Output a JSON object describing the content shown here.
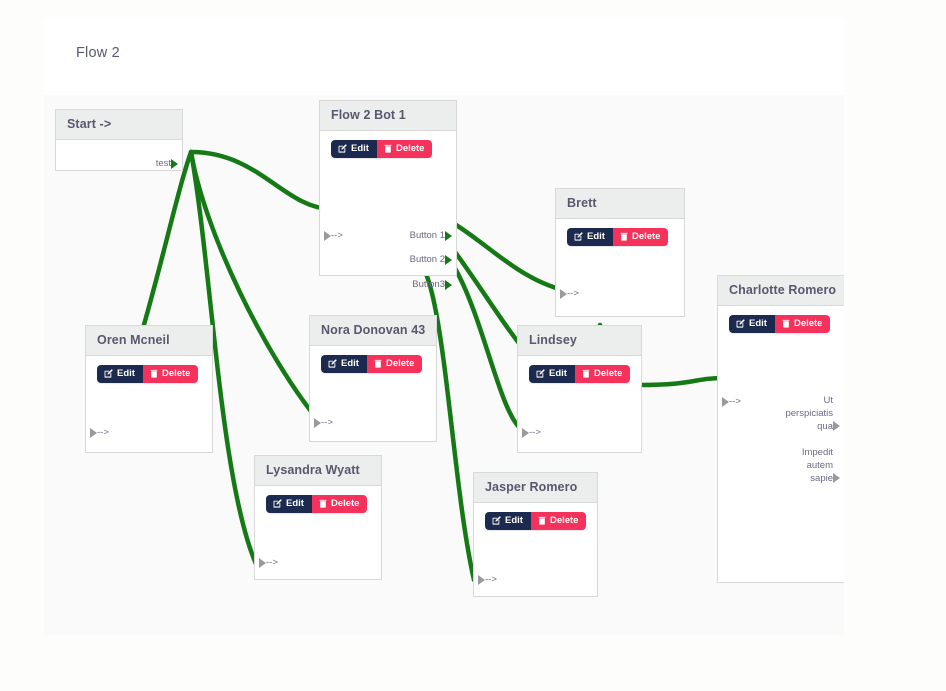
{
  "page": {
    "title": "Flow 2",
    "accent_green": "#157a15",
    "edit_color": "#1b2a4e",
    "delete_color": "#f5325b",
    "node_header_bg": "#eceded",
    "canvas_bg": "#fafafa"
  },
  "buttons": {
    "edit_label": "Edit",
    "delete_label": "Delete",
    "edit_icon": "pencil-square-icon",
    "delete_icon": "trash-icon"
  },
  "nodes": {
    "start": {
      "title": "Start ->",
      "output": "test"
    },
    "bot1": {
      "title": "Flow 2 Bot 1",
      "input": "-->",
      "outputs": [
        "Button 1",
        "Button 2",
        "Button3"
      ]
    },
    "oren": {
      "title": "Oren Mcneil",
      "input": "-->"
    },
    "nora": {
      "title": "Nora Donovan 43",
      "input": "-->"
    },
    "lysandra": {
      "title": "Lysandra Wyatt",
      "input": "-->"
    },
    "jasper": {
      "title": "Jasper Romero",
      "input": "-->"
    },
    "lindsey": {
      "title": "Lindsey",
      "input": "-->"
    },
    "brett": {
      "title": "Brett",
      "input": "-->"
    },
    "charlotte": {
      "title": "Charlotte Romero",
      "input": "-->",
      "out_block_1": [
        "Ut",
        "perspiciatis",
        "qua"
      ],
      "out_block_2": [
        "Impedit",
        "autem",
        "sapie"
      ]
    }
  }
}
